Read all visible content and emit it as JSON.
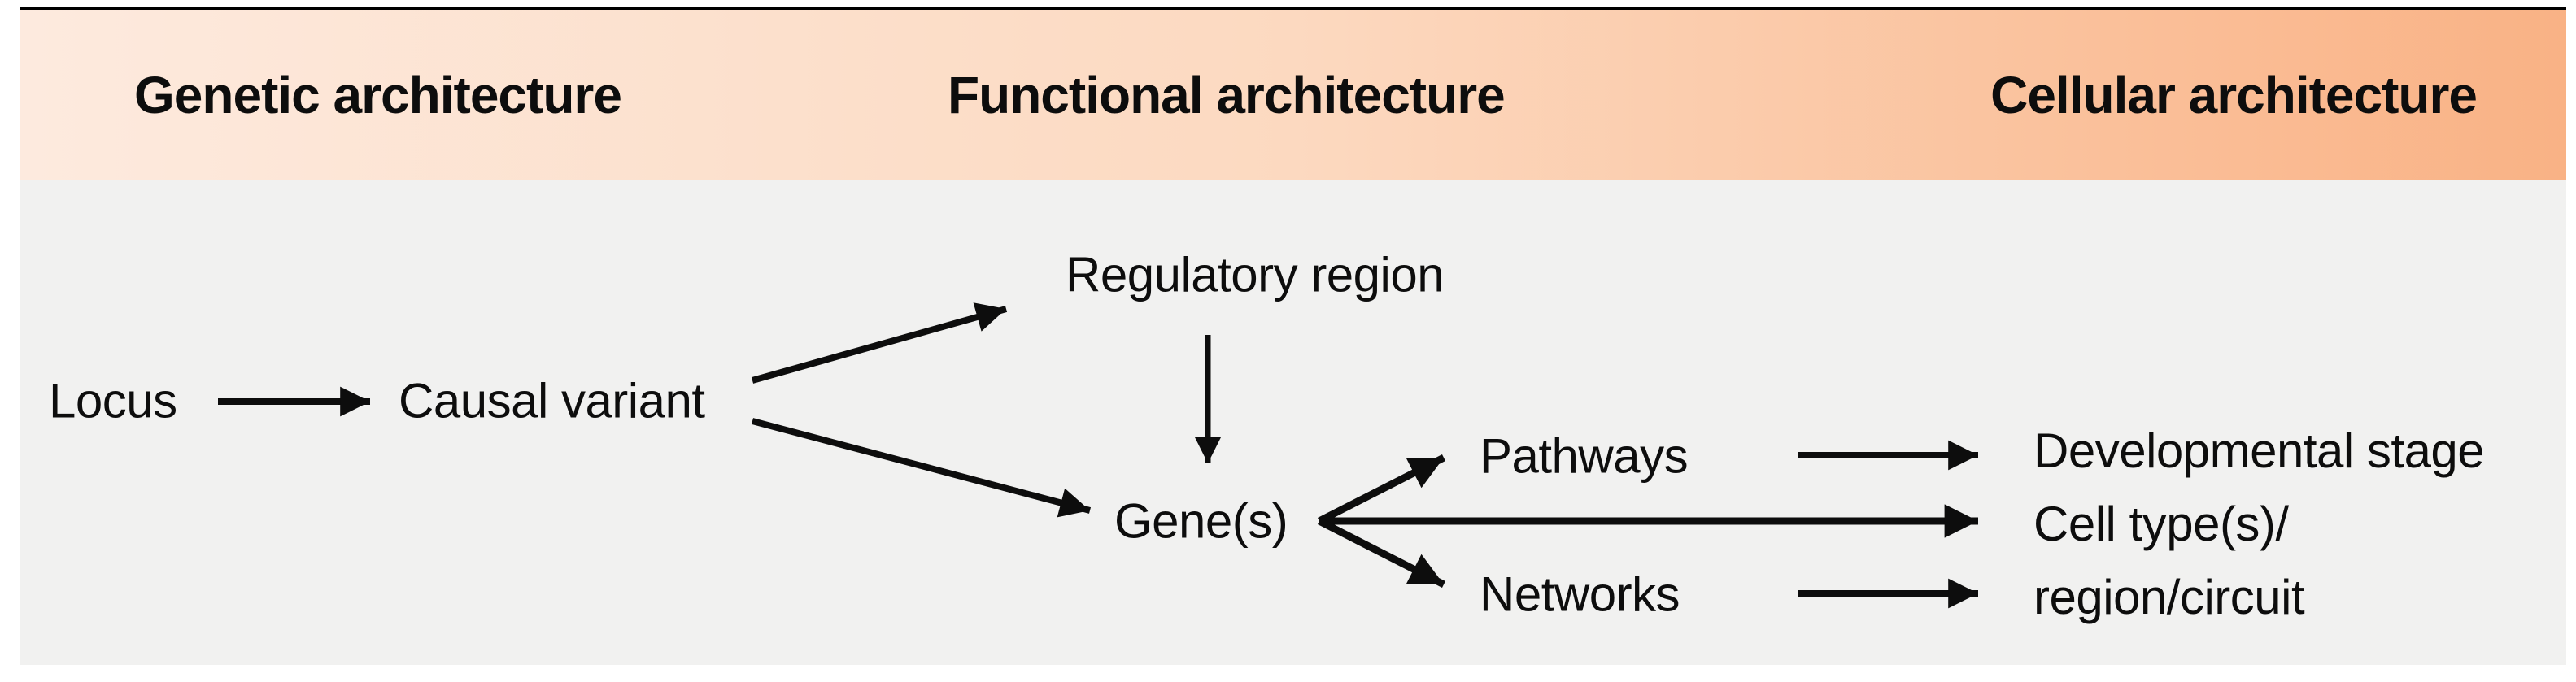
{
  "figure": {
    "headers": [
      {
        "label": "Genetic architecture"
      },
      {
        "label": "Functional architecture"
      },
      {
        "label": "Cellular architecture"
      }
    ],
    "nodes": {
      "locus": "Locus",
      "causal_variant": "Causal variant",
      "regulatory_region": "Regulatory region",
      "genes": "Gene(s)",
      "pathways": "Pathways",
      "networks": "Networks",
      "developmental_stage": "Developmental stage",
      "cell_type_line1": "Cell type(s)/",
      "cell_type_line2": "region/circuit"
    },
    "edges": [
      {
        "from": "Locus",
        "to": "Causal variant"
      },
      {
        "from": "Causal variant",
        "to": "Regulatory region"
      },
      {
        "from": "Causal variant",
        "to": "Gene(s)"
      },
      {
        "from": "Regulatory region",
        "to": "Gene(s)"
      },
      {
        "from": "Gene(s)",
        "to": "Pathways"
      },
      {
        "from": "Gene(s)",
        "to": "Cell type(s)/region/circuit"
      },
      {
        "from": "Gene(s)",
        "to": "Networks"
      },
      {
        "from": "Pathways",
        "to": "Developmental stage"
      },
      {
        "from": "Networks",
        "to": "Cell type(s)/region/circuit"
      }
    ],
    "colors": {
      "band_gradient_left": "#fdeade",
      "band_gradient_right": "#f9b285",
      "body_background": "#f1f1f0",
      "top_rule": "#000000",
      "text": "#0d0d0d",
      "arrows": "#0d0d0d"
    }
  }
}
